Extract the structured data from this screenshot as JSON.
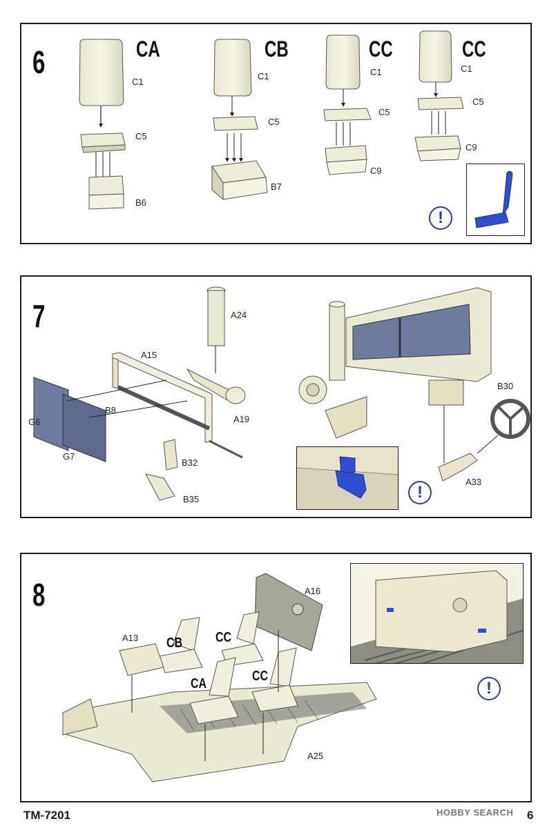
{
  "steps": [
    {
      "number": "6",
      "variants": [
        "CA",
        "CB",
        "CC",
        "CC"
      ],
      "labels": {
        "ca_c1": "C1",
        "ca_c5": "C5",
        "ca_b6": "B6",
        "cb_c1": "C1",
        "cb_c5": "C5",
        "cb_b7": "B7",
        "cc1_c1": "C1",
        "cc1_c5": "C5",
        "cc1_c9": "C9",
        "cc2_c1": "C1",
        "cc2_c5": "C5",
        "cc2_c9": "C9"
      },
      "warning_symbol": "!"
    },
    {
      "number": "7",
      "labels": {
        "a24": "A24",
        "a15": "A15",
        "b8": "B8",
        "g6": "G6",
        "g7": "G7",
        "a19": "A19",
        "b32": "B32",
        "b35": "B35",
        "b30": "B30",
        "a33": "A33"
      },
      "warning_symbol": "!"
    },
    {
      "number": "8",
      "labels": {
        "a16": "A16",
        "a13": "A13",
        "a25": "A25",
        "cb": "CB",
        "cc_top": "CC",
        "ca": "CA",
        "cc_bottom": "CC"
      },
      "warning_symbol": "!"
    }
  ],
  "footer": {
    "code": "TM-7201",
    "page": "6",
    "watermark": "HOBBY SEARCH"
  },
  "colors": {
    "part": "#f1efdc",
    "part_shade": "#d8d4bb",
    "highlight": "#2f4fd1",
    "warning": "#2b3f8f",
    "glass": "#6f7aa0"
  },
  "icons": [
    "warning-icon",
    "seat-icon",
    "steering-wheel-icon"
  ]
}
